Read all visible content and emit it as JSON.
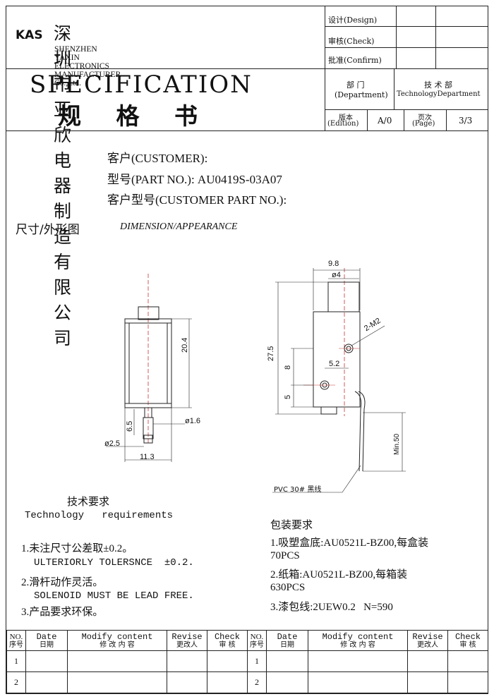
{
  "header": {
    "logo": "KAS",
    "company_cn": "深圳市亚欣电器制造有限公司",
    "company_en": "SHENZHEN YAXIN ELECTRONICS MANUFACTURER Co.,Ltd.",
    "design": "设计(Design)",
    "check": "审核(Check)",
    "confirm": "批准(Confirm)",
    "spec_en": "SPECIFICATION",
    "spec_cn": "规 格 书",
    "dept_cn": "部 门",
    "dept_en": "(Department)",
    "dept_value_cn": "技 术 部",
    "dept_value_en": "TechnologyDepartment",
    "edition_cn": "版本",
    "edition_en": "(Edition)",
    "edition_value": "A/0",
    "page_cn": "页次",
    "page_en": "(Page)",
    "page_value": "3/3"
  },
  "customer": {
    "customer_label": "客户(CUSTOMER):",
    "part_label": "型号(PART NO.): AU0419S-03A07",
    "customer_part_label": "客户型号(CUSTOMER PART NO.):"
  },
  "dimension": {
    "title_cn": "尺寸/外形图",
    "title_en": "DIMENSION/APPEARANCE"
  },
  "drawing": {
    "left": {
      "height": "20.4",
      "stroke": "6.5",
      "shaft_d": "ø1.6",
      "tip_d": "ø2.5",
      "width": "11.3"
    },
    "right": {
      "top_width": "9.8",
      "hole_d": "ø4",
      "mount": "2-M2",
      "total_h": "27.5",
      "h8": "8",
      "h5": "5",
      "offset": "5.2",
      "wire_len": "Min.50",
      "wire_label": "PVC 30# 黑线"
    }
  },
  "tech": {
    "title_cn": "技术要求",
    "title_en": "Technology   requirements",
    "items": [
      "1.未注尺寸公差取±0.2。",
      "ULTERIORLY TOLERSNCE  ±0.2.",
      "2.滑杆动作灵活。",
      "SOLENOID MUST BE LEAD FREE.",
      "3.产品要求环保。"
    ]
  },
  "pack": {
    "title": "包装要求",
    "items": [
      "1.吸塑盒底:AU0521L-BZ00,每盒装",
      "70PCS",
      "2.纸箱:AU0521L-BZ00,每箱装",
      "630PCS",
      "3.漆包线:2UEW0.2   N=590"
    ]
  },
  "revision": {
    "headers": [
      {
        "en": "NO.",
        "cn": "序号"
      },
      {
        "en": "Date",
        "cn": "日期"
      },
      {
        "en": "Modify content",
        "cn": "修 改 内 容"
      },
      {
        "en": "Revise",
        "cn": "更改人"
      },
      {
        "en": "Check",
        "cn": "审 核"
      }
    ],
    "rows": [
      "1",
      "2"
    ]
  }
}
